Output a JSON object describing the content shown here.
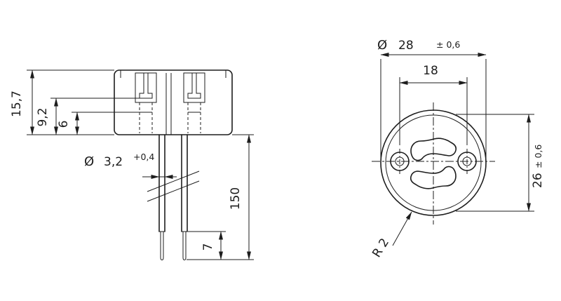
{
  "side_view": {
    "dim_total_height": "15,7",
    "dim_contact_depth": "9,2",
    "dim_inner_depth": "6",
    "wire": {
      "dia_symbol": "Ø",
      "dia": "3,2",
      "tol": "+0,4"
    },
    "dim_wire_length": "150",
    "dim_strip_length": "7"
  },
  "front_view": {
    "outer": {
      "dia_symbol": "Ø",
      "dia": "28",
      "tol": "± 0,6"
    },
    "dim_pin_spacing": "18",
    "height": {
      "value": "26",
      "tol": "± 0,6"
    },
    "dim_corner_radius": "R 2"
  }
}
